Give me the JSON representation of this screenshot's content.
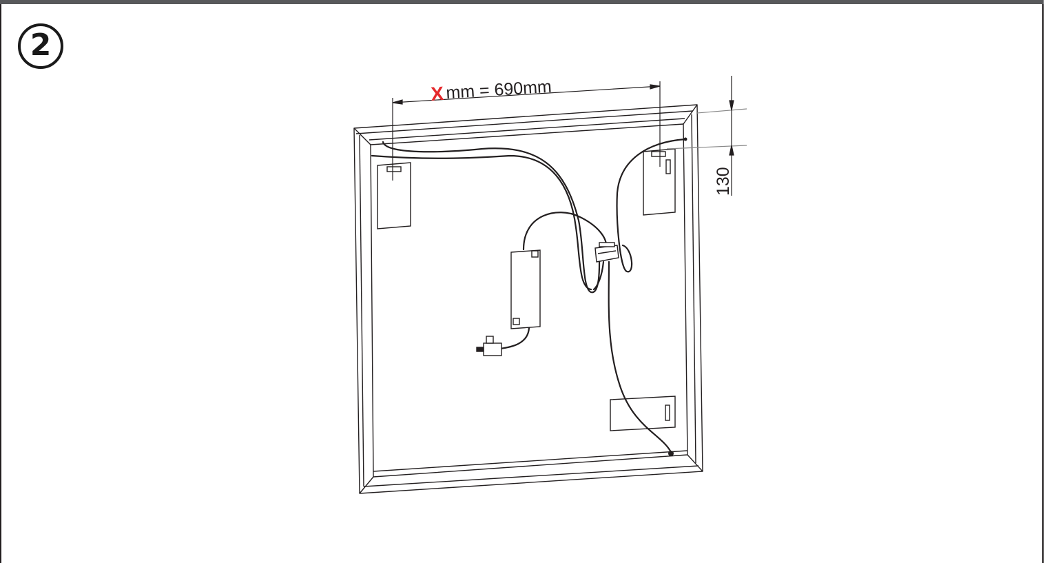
{
  "step": {
    "number": "2"
  },
  "dimensions": {
    "width_prefix": "X",
    "width_text": "mm = 690mm",
    "height_text": "130"
  },
  "colors": {
    "line": "#231f20",
    "accent": "#e5282b",
    "dim_guide": "#888888",
    "top_bar": "#58595b"
  }
}
